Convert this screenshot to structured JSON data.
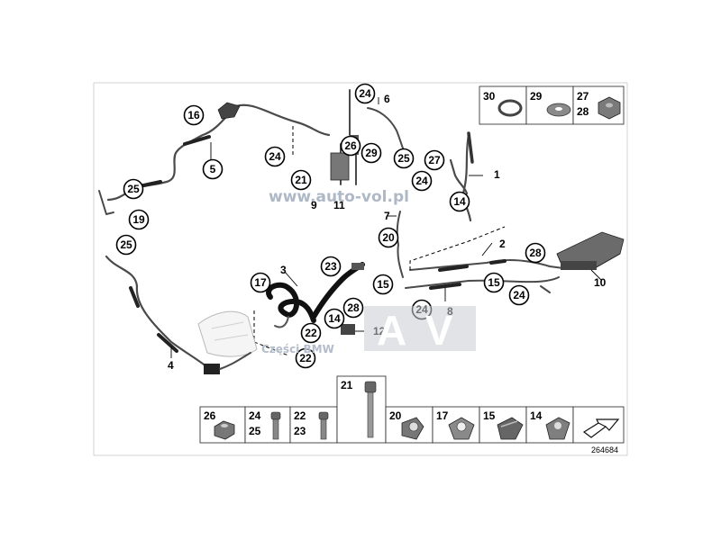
{
  "diagram": {
    "reference_number": "264684",
    "watermark_url": "www.auto-vol.pl",
    "watermark_logo": "AV",
    "watermark_caption": "Części BMW",
    "callouts": [
      "24",
      "16",
      "5",
      "24",
      "21",
      "26",
      "29",
      "25",
      "27",
      "24",
      "25",
      "14",
      "19",
      "25",
      "20",
      "23",
      "17",
      "22",
      "14",
      "28",
      "22",
      "15",
      "24",
      "15",
      "24",
      "28"
    ],
    "plain_labels": [
      "6",
      "9",
      "11",
      "1",
      "7",
      "2",
      "3",
      "10",
      "4",
      "8",
      "12"
    ],
    "inset_top": [
      {
        "label": "30"
      },
      {
        "label": "29"
      },
      {
        "label": "27",
        "label2": "28"
      }
    ],
    "inset_bottom": [
      {
        "label": "26"
      },
      {
        "label": "24",
        "label2": "25"
      },
      {
        "label": "22",
        "label2": "23"
      },
      {
        "label": "21"
      },
      {
        "label": "20"
      },
      {
        "label": "17"
      },
      {
        "label": "15"
      },
      {
        "label": "14"
      }
    ]
  }
}
